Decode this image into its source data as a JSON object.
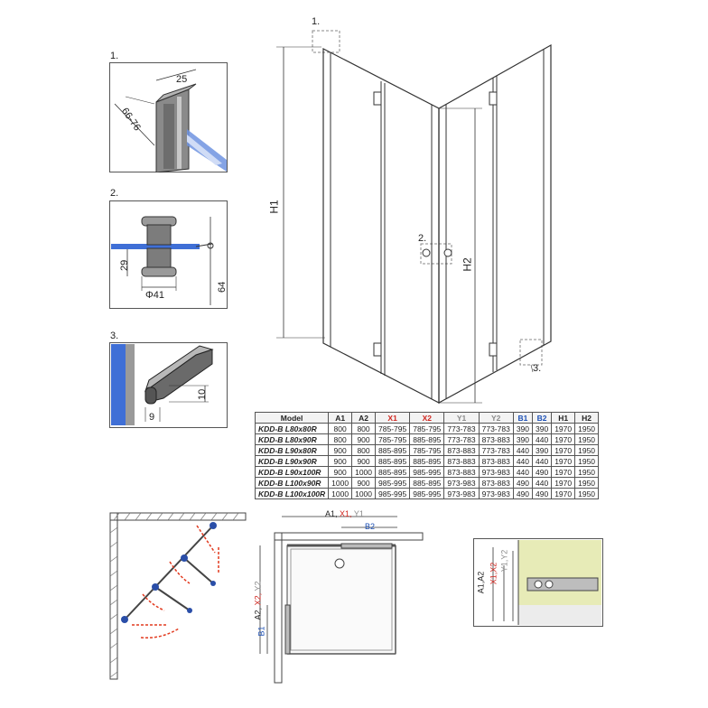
{
  "details": {
    "d1": {
      "label": "1.",
      "dim_top": "25",
      "dim_side": "66-76"
    },
    "d2": {
      "label": "2.",
      "dim_height": "29",
      "dim_diameter": "Φ41",
      "dim_total": "64"
    },
    "d3": {
      "label": "3.",
      "dim_height": "10",
      "dim_width": "9"
    }
  },
  "main": {
    "callout_1": "1.",
    "callout_2": "2.",
    "callout_3": "3.",
    "h1": "H1",
    "h2": "H2"
  },
  "table": {
    "headers": [
      "Model",
      "A1",
      "A2",
      "X1",
      "X2",
      "Y1",
      "Y2",
      "B1",
      "B2",
      "H1",
      "H2"
    ],
    "rows": [
      [
        "KDD-B L80x80R",
        "800",
        "800",
        "785-795",
        "785-795",
        "773-783",
        "773-783",
        "390",
        "390",
        "1970",
        "1950"
      ],
      [
        "KDD-B L80x90R",
        "800",
        "900",
        "785-795",
        "885-895",
        "773-783",
        "873-883",
        "390",
        "440",
        "1970",
        "1950"
      ],
      [
        "KDD-B L90x80R",
        "900",
        "800",
        "885-895",
        "785-795",
        "873-883",
        "773-783",
        "440",
        "390",
        "1970",
        "1950"
      ],
      [
        "KDD-B L90x90R",
        "900",
        "900",
        "885-895",
        "885-895",
        "873-883",
        "873-883",
        "440",
        "440",
        "1970",
        "1950"
      ],
      [
        "KDD-B L90x100R",
        "900",
        "1000",
        "885-895",
        "985-995",
        "873-883",
        "973-983",
        "440",
        "490",
        "1970",
        "1950"
      ],
      [
        "KDD-B L100x90R",
        "1000",
        "900",
        "985-995",
        "885-895",
        "973-983",
        "873-883",
        "490",
        "440",
        "1970",
        "1950"
      ],
      [
        "KDD-B L100x100R",
        "1000",
        "1000",
        "985-995",
        "985-995",
        "973-983",
        "973-983",
        "490",
        "490",
        "1970",
        "1950"
      ]
    ]
  },
  "plan": {
    "top_label_a1": "A1,",
    "top_label_x1": "X1,",
    "top_label_y1": "Y1",
    "b2": "B2",
    "left_label_a2": "A2,",
    "left_label_x2": "X2,",
    "left_label_y2": "Y2",
    "b1": "B1"
  },
  "side": {
    "label_a": "A1,A2",
    "label_x": "X1,X2",
    "label_y": "Y1,Y2"
  },
  "colors": {
    "frame": "#555555",
    "hinge_blue": "#2a4ea8",
    "arrow_red": "#e23a1f",
    "glass_blue": "#3f6fd6",
    "wall_green": "#e7ebb7"
  }
}
